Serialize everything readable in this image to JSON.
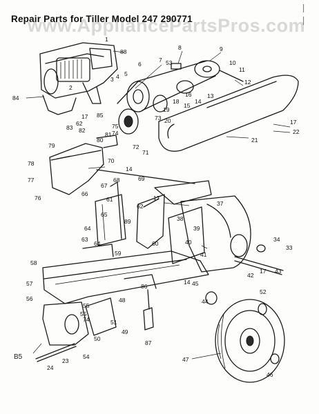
{
  "title": "Repair Parts for Tiller Model 247 290771",
  "watermark": "www.AppliancePartsPros.com",
  "side_mark": "—— ——",
  "page_ref": "B5",
  "callouts": [
    "1",
    "2",
    "3",
    "4",
    "5",
    "6",
    "7",
    "8",
    "9",
    "10",
    "11",
    "12",
    "13",
    "14",
    "14",
    "14",
    "15",
    "16",
    "17",
    "17",
    "17",
    "17",
    "18",
    "19",
    "20",
    "21",
    "22",
    "23",
    "24",
    "34",
    "33",
    "37",
    "38",
    "39",
    "40",
    "41",
    "42",
    "43",
    "44",
    "45",
    "46",
    "47",
    "48",
    "49",
    "50",
    "51",
    "52",
    "53",
    "54",
    "55",
    "55",
    "56",
    "57",
    "58",
    "59",
    "60",
    "61",
    "62",
    "62",
    "63",
    "64",
    "64",
    "65",
    "66",
    "67",
    "68",
    "69",
    "70",
    "71",
    "72",
    "73",
    "74",
    "74",
    "75",
    "76",
    "77",
    "78",
    "79",
    "80",
    "81",
    "82",
    "83",
    "84",
    "85",
    "86",
    "87",
    "88",
    "89"
  ]
}
